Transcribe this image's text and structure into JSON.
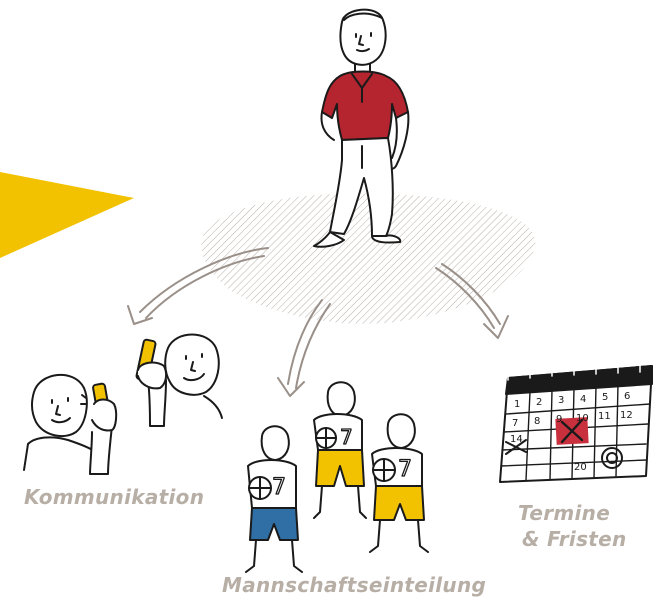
{
  "labels": {
    "communication": "Kommunikation",
    "team_division": "Mannschaftseinteilung",
    "deadlines_line1": "Termine",
    "deadlines_line2": "& Fristen"
  },
  "calendar": {
    "row1": [
      "1",
      "2",
      "3",
      "4",
      "5",
      "6"
    ],
    "row2": [
      "7",
      "8",
      "9",
      "10",
      "11",
      "12"
    ],
    "row3": [
      "14",
      "",
      "",
      "",
      "",
      ""
    ],
    "row4": [
      "",
      "",
      "",
      "20",
      "",
      ""
    ]
  },
  "jerseys": [
    "7",
    "7",
    "7"
  ],
  "colors": {
    "shirt": "#b4252f",
    "yellow": "#f2c200",
    "blue_shorts": "#2f6fa6",
    "calendar_highlight": "#c9303e",
    "ground_hatch": "#b7afa6",
    "arrow": "#9a9089",
    "label": "#b7afa6"
  }
}
